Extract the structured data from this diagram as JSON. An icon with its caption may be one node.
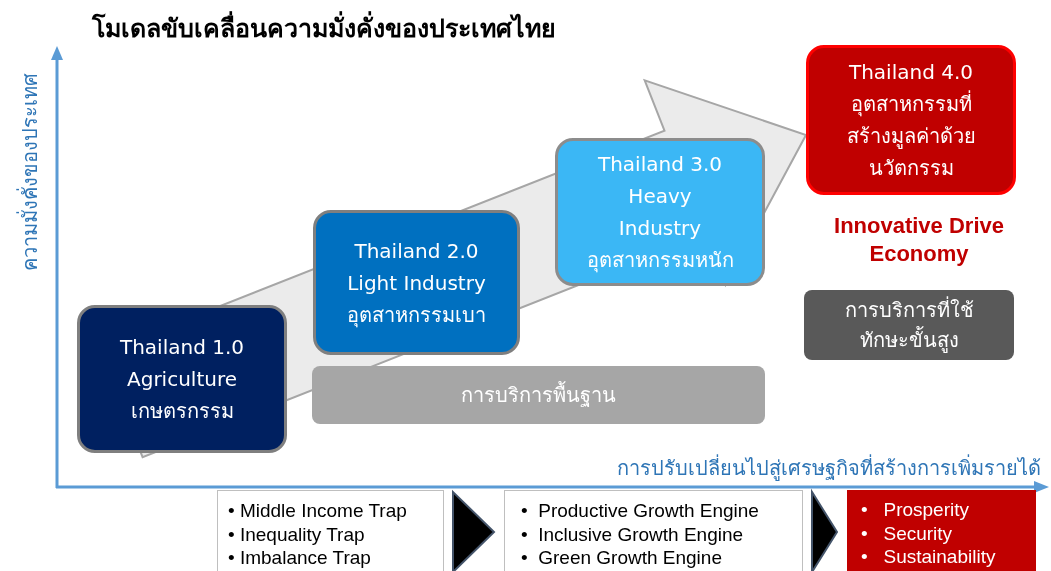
{
  "diagram": {
    "title": "โมเดลขับเคลื่อนความมั่งคั่งของประเทศไทย",
    "nodes": [
      {
        "text": [
          "Thailand 1.0",
          "Agriculture",
          "เกษตรกรรม"
        ]
      },
      {
        "text": [
          "Thailand 2.0",
          "Light Industry",
          "อุตสาหกรรมเบา"
        ]
      },
      {
        "text": [
          "Thailand 3.0",
          "Heavy Industry",
          "อุตสาหกรรมหนัก"
        ]
      },
      {
        "text": [
          "Thailand 4.0",
          "อุตสาหกรรมที่สร้างมูลค่าด้วยนวัตกรรม"
        ]
      },
      {
        "text": [
          "การบริการพื้นฐาน"
        ]
      },
      {
        "text": [
          "การบริการที่ใช้ทักษะขั้นสูง"
        ]
      },
      {
        "text": [
          "• Middle Income Trap",
          "• Inequality Trap",
          "• Imbalance Trap"
        ]
      },
      {
        "text": [
          "•  Productive Growth Engine",
          "•  Inclusive Growth Engine",
          "•  Green Growth Engine"
        ]
      },
      {
        "text": [
          "•   Prosperity",
          "•   Security",
          "•   Sustainability"
        ]
      }
    ],
    "edges": [
      {
        "from": 0,
        "to": 3,
        "arrow": "to",
        "style": "thick",
        "color": "#ebebeb"
      },
      {
        "from": 6,
        "to": 7,
        "arrow": "to",
        "style": "thick"
      },
      {
        "from": 7,
        "to": 8,
        "arrow": "to",
        "style": "thick"
      }
    ],
    "labels": [
      "Innovative Drive Economy",
      "ความมั่งคั่งของประเทศ",
      "การปรับเปลี่ยนไปสู่เศรษฐกิจที่สร้างการเพิ่มรายได้"
    ]
  }
}
